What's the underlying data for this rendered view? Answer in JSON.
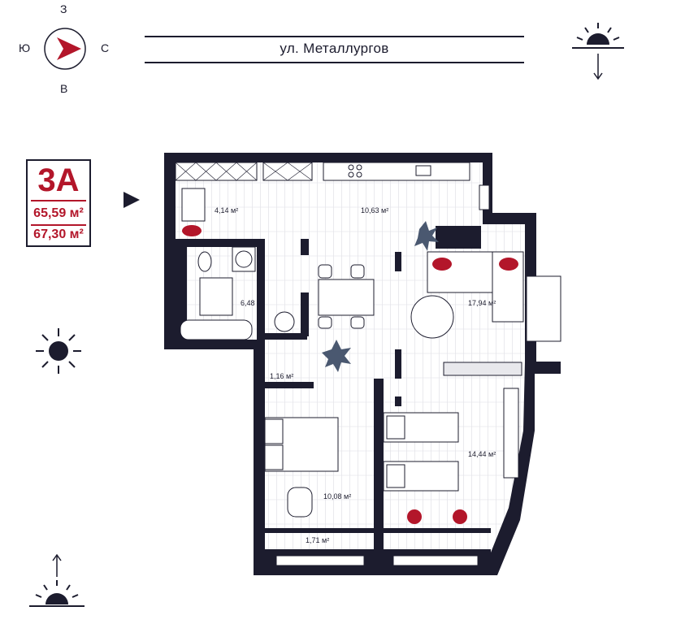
{
  "compass": {
    "north": "З",
    "south": "В",
    "west": "Ю",
    "east": "С"
  },
  "street": {
    "name": "ул. Металлургов"
  },
  "apartment": {
    "type": "3А",
    "area_living": "65,59 м²",
    "area_total": "67,30 м²"
  },
  "rooms": [
    {
      "id": "hall",
      "area": "4,14 м²"
    },
    {
      "id": "kitchen",
      "area": "10,63 м²"
    },
    {
      "id": "bathroom",
      "area": "6,48 м²"
    },
    {
      "id": "living",
      "area": "17,94 м²"
    },
    {
      "id": "closet",
      "area": "1,16 м²"
    },
    {
      "id": "bedroom1",
      "area": "10,08 м²"
    },
    {
      "id": "bedroom2",
      "area": "14,44 м²"
    },
    {
      "id": "balcony",
      "area": "1,71 м²"
    }
  ],
  "colors": {
    "wall": "#1c1c2e",
    "accent": "#b3162a",
    "floor_line": "#d4d4dc"
  },
  "icons": [
    "compass-icon",
    "sunset-icon",
    "sun-icon",
    "sunrise-icon",
    "entrance-arrow-icon"
  ]
}
